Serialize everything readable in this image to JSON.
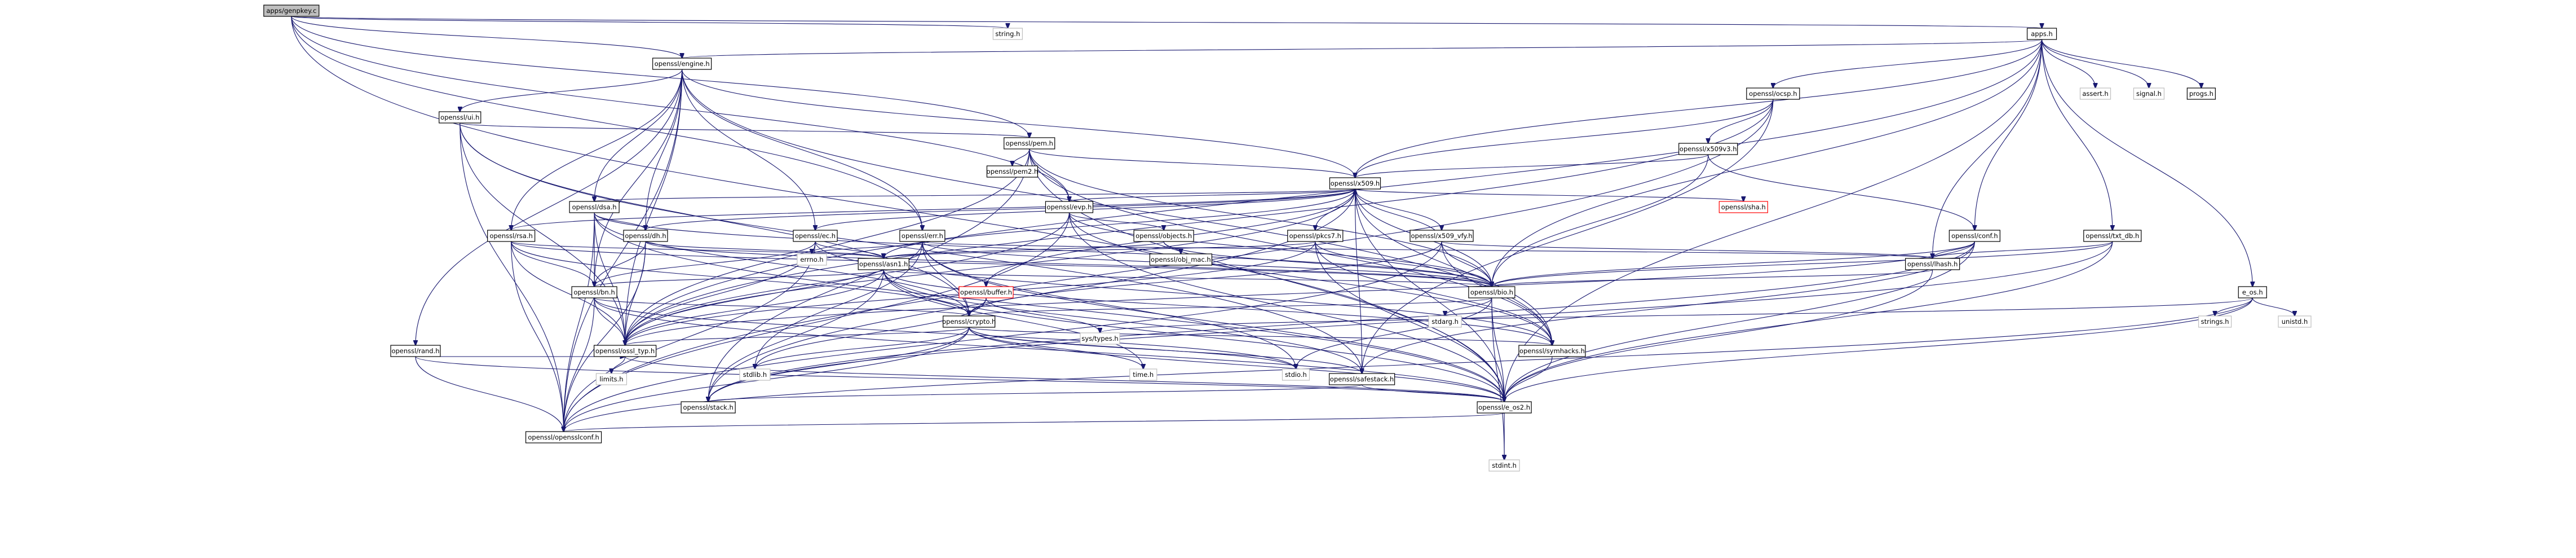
{
  "diagram": {
    "title": "apps/genpkey.c",
    "node_labels": {
      "root": "apps/genpkey.c",
      "apps_h": "apps.h",
      "string_h": "string.h",
      "engine_h": "openssl/engine.h",
      "ocsp_h": "openssl/ocsp.h",
      "assert_h": "assert.h",
      "signal_h": "signal.h",
      "progs_h": "progs.h",
      "ui_h": "openssl/ui.h",
      "pem_h": "openssl/pem.h",
      "x509v3_h": "openssl/x509v3.h",
      "pem2_h": "openssl/pem2.h",
      "x509_h": "openssl/x509.h",
      "dsa_h": "openssl/dsa.h",
      "evp_h": "openssl/evp.h",
      "sha_h": "openssl/sha.h",
      "rsa_h": "openssl/rsa.h",
      "dh_h": "openssl/dh.h",
      "ec_h": "openssl/ec.h",
      "err_h": "openssl/err.h",
      "objects_h": "openssl/objects.h",
      "pkcs7_h": "openssl/pkcs7.h",
      "x509_vfy_h": "openssl/x509_vfy.h",
      "conf_h": "openssl/conf.h",
      "txt_db_h": "openssl/txt_db.h",
      "errno_h": "errno.h",
      "asn1_h": "openssl/asn1.h",
      "obj_mac_h": "openssl/obj_mac.h",
      "lhash_h": "openssl/lhash.h",
      "bn_h": "openssl/bn.h",
      "buffer_h": "openssl/buffer.h",
      "bio_h": "openssl/bio.h",
      "e_os_h": "e_os.h",
      "crypto_h": "openssl/crypto.h",
      "rand_h": "openssl/rand.h",
      "ossl_typ_h": "openssl/ossl_typ.h",
      "sys_types_h": "sys/types.h",
      "stdarg_h": "stdarg.h",
      "symhacks_h": "openssl/symhacks.h",
      "safestack_h": "openssl/safestack.h",
      "stdlib_h": "stdlib.h",
      "time_h": "time.h",
      "stdio_h": "stdio.h",
      "strings_h": "strings.h",
      "unistd_h": "unistd.h",
      "limits_h": "limits.h",
      "stack_h": "openssl/stack.h",
      "e_os2_h": "openssl/e_os2.h",
      "opensslconf_h": "openssl/opensslconf.h",
      "stdint_h": "stdint.h"
    }
  }
}
